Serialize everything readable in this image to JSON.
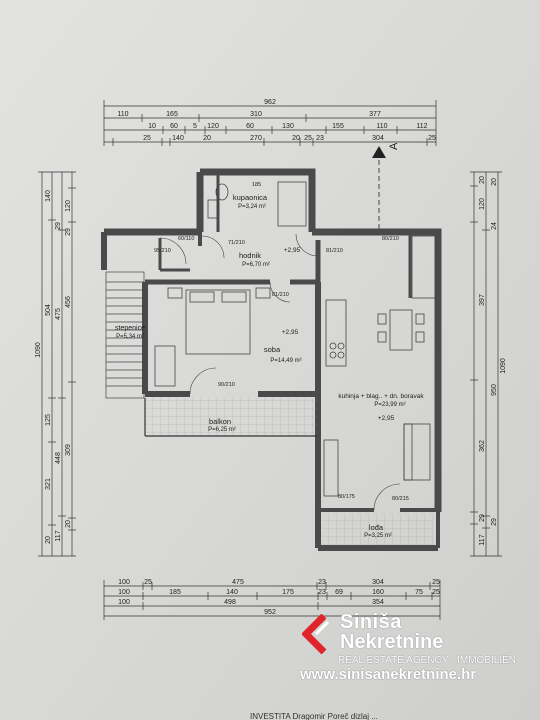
{
  "rooms": {
    "kupaonica": {
      "name": "kupaonica",
      "area": "P=3,24 m²"
    },
    "hodnik": {
      "name": "hodnik",
      "area": "P=6,70 m²",
      "height": "+2,95"
    },
    "soba": {
      "name": "soba",
      "area": "P=14,49 m²",
      "height": "+2,95"
    },
    "stepenice": {
      "name": "stepenice",
      "area": "P=5,34 m²"
    },
    "balkon": {
      "name": "balkon",
      "area": "P=6,25 m²"
    },
    "kuhinja": {
      "name": "kuhinja + blag.. + dn. boravak",
      "area": "P=23,99 m²",
      "height": "+2,95"
    },
    "lodja": {
      "name": "lođa",
      "area": "P=3,25 m²"
    }
  },
  "top_dims": {
    "total": "962",
    "row1": [
      "110",
      "165",
      "310",
      "377"
    ],
    "row2": [
      "10",
      "60",
      "5",
      "120",
      "60",
      "130",
      "155",
      "110",
      "112"
    ],
    "row3": [
      "25",
      "140",
      "20",
      "270",
      "20",
      "25",
      "23",
      "304",
      "25"
    ]
  },
  "bottom_dims": {
    "row1": [
      "100",
      "25",
      "475",
      "23",
      "304",
      "25"
    ],
    "row2": [
      "100",
      "185",
      "140",
      "175",
      "23",
      "69",
      "160",
      "75",
      "25"
    ],
    "row3": [
      "100",
      "498",
      "354"
    ],
    "total": "952"
  },
  "left_dims": {
    "total": "1090",
    "col1": [
      "140",
      "504",
      "125",
      "321",
      "20"
    ],
    "col2": [
      "29",
      "475",
      "448",
      "117"
    ],
    "col3": [
      "120",
      "456",
      "309",
      "29",
      "20"
    ]
  },
  "right_dims": {
    "total": "1090",
    "col1": [
      "20",
      "120",
      "397",
      "362",
      "29",
      "117"
    ],
    "col2": [
      "24",
      "950",
      "29",
      "20"
    ]
  },
  "door_labels": [
    "95/210",
    "71/210",
    "81/210",
    "80/210",
    "81/210",
    "90/210",
    "80/215",
    "60/110",
    "80/175",
    "185"
  ],
  "section_mark": "A",
  "brand": {
    "name_line1": "Siniša",
    "name_line2": "Nekretnine",
    "tagline": "REAL ESTATE AGENCY - IMMOBILIEN",
    "website": "www.sinisanekretnine.hr"
  },
  "footer_text": "INVESTITA Dragomir Poreč dizlaj ...",
  "colors": {
    "paper": "#d9d9d7",
    "wall": "#5a5a5a",
    "line": "#3a3a3a",
    "logo_red": "#e0242c"
  }
}
